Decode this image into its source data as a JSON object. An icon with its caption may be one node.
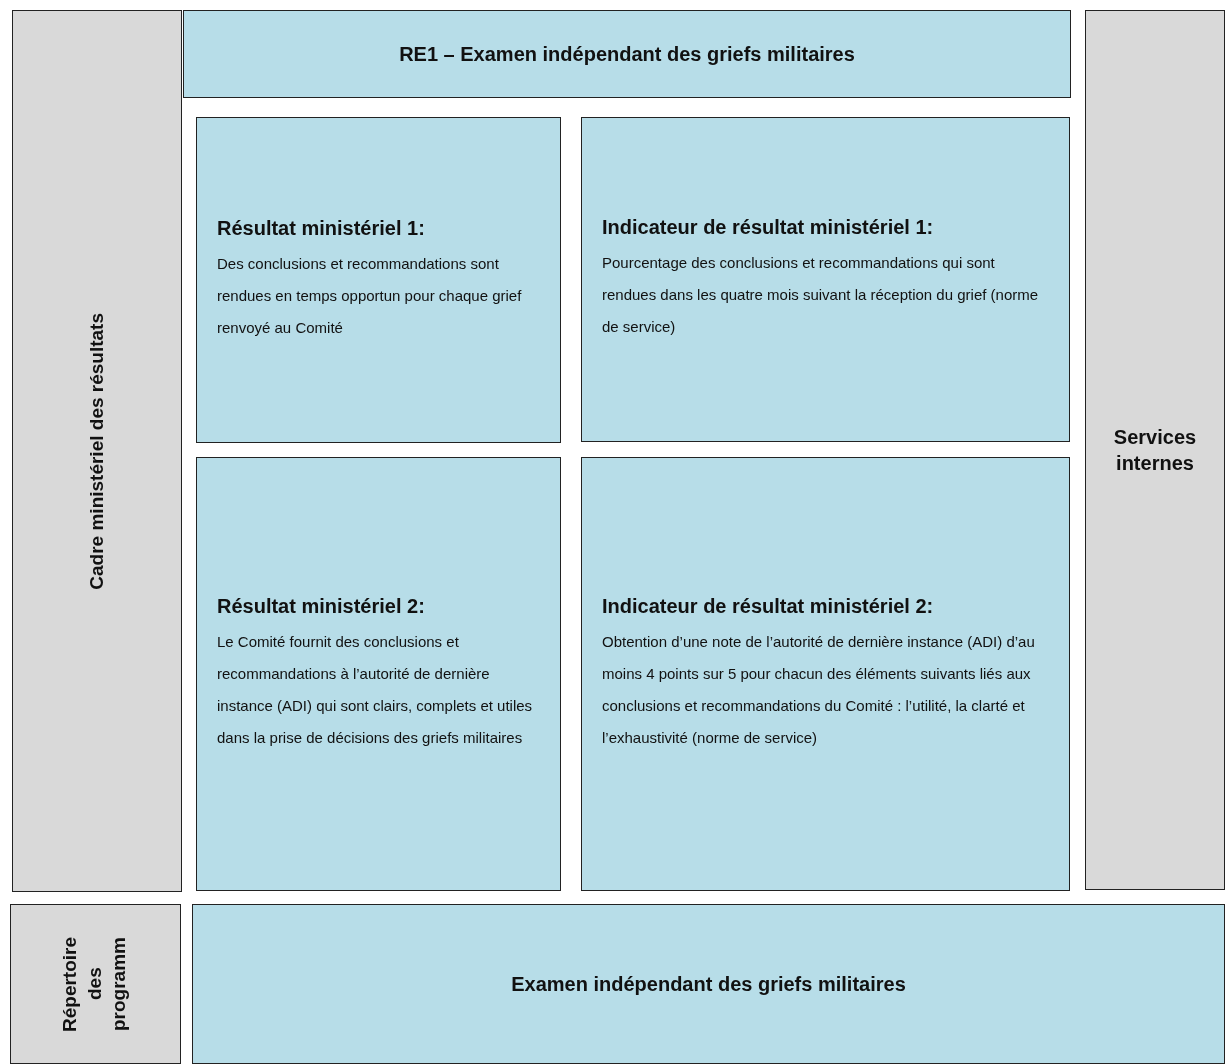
{
  "diagram": {
    "nodes": [
      {
        "text": [
          "Cadre ministériel des résultats"
        ]
      },
      {
        "text": [
          "RE1 – Examen indépendant des griefs militaires"
        ]
      },
      {
        "text": [
          "Résultat ministériel 1:",
          "Des conclusions et recommandations sont rendues en temps opportun pour chaque grief renvoyé au Comité"
        ]
      },
      {
        "text": [
          "Indicateur de résultat ministériel 1:",
          "Pourcentage des conclusions et recommandations qui sont rendues dans les quatre mois suivant la réception du grief (norme de service)"
        ]
      },
      {
        "text": [
          "Résultat ministériel 2:",
          "Le Comité fournit des conclusions et recommandations à l’autorité de dernière instance (ADI) qui sont clairs, complets et utiles dans la prise de décisions des griefs militaires"
        ]
      },
      {
        "text": [
          "Indicateur de résultat ministériel 2:",
          "Obtention d’une note de l’autorité de dernière instance (ADI) d’au moins 4 points sur 5 pour chacun des éléments suivants liés aux conclusions et recommandations du Comité : l’utilité, la clarté et l’exhaustivité (norme de service)"
        ]
      },
      {
        "text": [
          "Services internes"
        ]
      },
      {
        "text": [
          "Répertoire des programm"
        ]
      },
      {
        "text": [
          "Examen indépendant des griefs militaires"
        ]
      }
    ]
  }
}
